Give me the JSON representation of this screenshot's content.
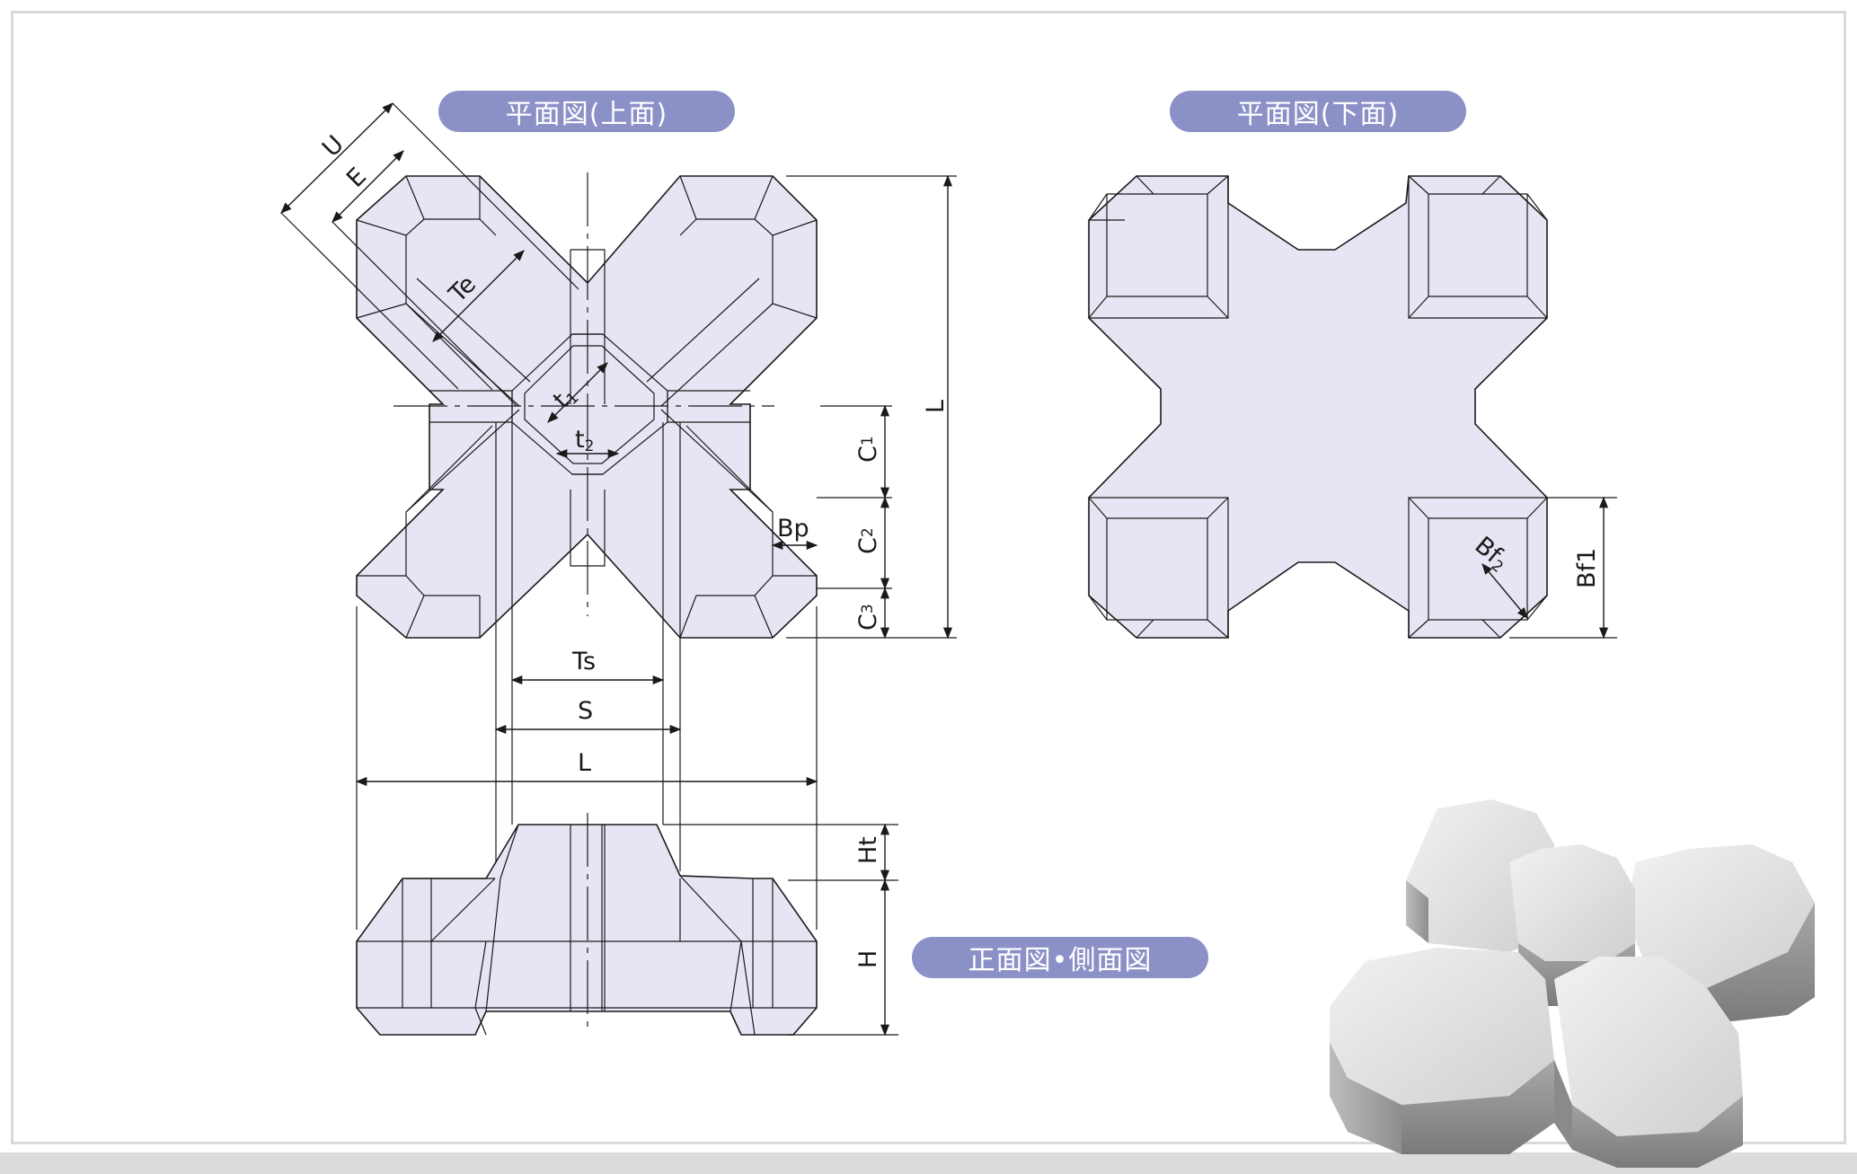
{
  "labels": {
    "top_plan": "平面図(上面)",
    "bottom_plan": "平面図(下面)",
    "front_side": "正面図•側面図"
  },
  "dims": {
    "U": "U",
    "E": "E",
    "Te": "Te",
    "t1": "t",
    "t1_sub": "1",
    "t2": "t",
    "t2_sub": "2",
    "L_vertical": "L",
    "C1": "C",
    "C1_sub": "1",
    "C2": "C",
    "C2_sub": "2",
    "C3": "C",
    "C3_sub": "3",
    "Bp": "Bp",
    "Ts": "Ts",
    "S": "S",
    "L_horizontal": "L",
    "Ht": "Ht",
    "H": "H",
    "Bf1": "Bf1",
    "Bf2": "Bf",
    "Bf2_sub": "2"
  },
  "colors": {
    "pill": "#8b90c7",
    "fill": "#e6e5f3",
    "line": "#1a1a1a"
  }
}
